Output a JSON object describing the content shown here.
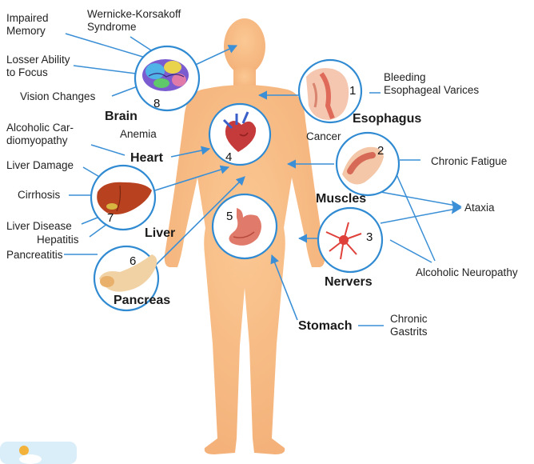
{
  "colors": {
    "body": "#f9c08a",
    "body_edge": "#efaa6e",
    "arrow": "#3a8fd6",
    "ring": "#2f8ad2"
  },
  "organs": [
    {
      "id": "brain",
      "number": "8",
      "name": "Brain",
      "icon": "brain-icon"
    },
    {
      "id": "esophagus",
      "number": "1",
      "name": "Esophagus",
      "icon": "esophagus-icon"
    },
    {
      "id": "heart",
      "number": "4",
      "name": "Heart",
      "icon": "heart-icon"
    },
    {
      "id": "muscles",
      "number": "2",
      "name": "Muscles",
      "icon": "muscle-icon"
    },
    {
      "id": "liver",
      "number": "7",
      "name": "Liver",
      "icon": "liver-icon"
    },
    {
      "id": "stomach",
      "number": "5",
      "name": "Stomach",
      "icon": "stomach-icon"
    },
    {
      "id": "nerves",
      "number": "3",
      "name": "Nervers",
      "icon": "nerve-cell-icon"
    },
    {
      "id": "pancreas",
      "number": "6",
      "name": "Pancreas",
      "icon": "pancreas-icon"
    }
  ],
  "effects": {
    "impaired_memory": "Impaired\nMemory",
    "wernicke_korsakoff": "Wernicke-Korsakoff\nSyndrome",
    "losser_ability": "Losser Ability\nto Focus",
    "vision_changes": "Vision Changes",
    "anemia": "Anemia",
    "alcoholic_cardiomyopathy": "Alcoholic Car-\ndiomyopathy",
    "liver_damage": "Liver Damage",
    "cirrhosis": "Cirrhosis",
    "liver_disease": "Liver Disease",
    "hepatitis": "Hepatitis",
    "pancreatitis": "Pancreatitis",
    "bleeding_varices": "Bleeding\nEsophageal Varices",
    "cancer": "Cancer",
    "chronic_fatigue": "Chronic Fatigue",
    "ataxia": "Ataxia",
    "alcoholic_neuropathy": "Alcoholic Neuropathy",
    "chronic_gastrits": "Chronic\nGastrits"
  },
  "corner_icon": "sun-cloud-icon"
}
